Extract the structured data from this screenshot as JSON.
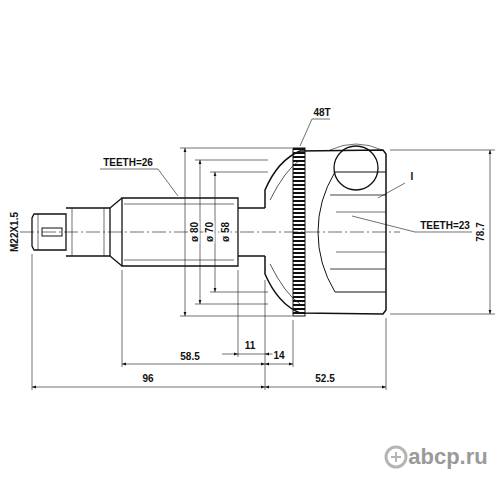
{
  "diagram": {
    "labels": [
      "48T",
      "TEETH=26",
      "I",
      "TEETH=23",
      "M22X1.5",
      "ø 80",
      "ø 70",
      "ø 58",
      "78.7",
      "58.5",
      "11",
      "14",
      "96",
      "52.5",
      "abcp.ru"
    ]
  }
}
